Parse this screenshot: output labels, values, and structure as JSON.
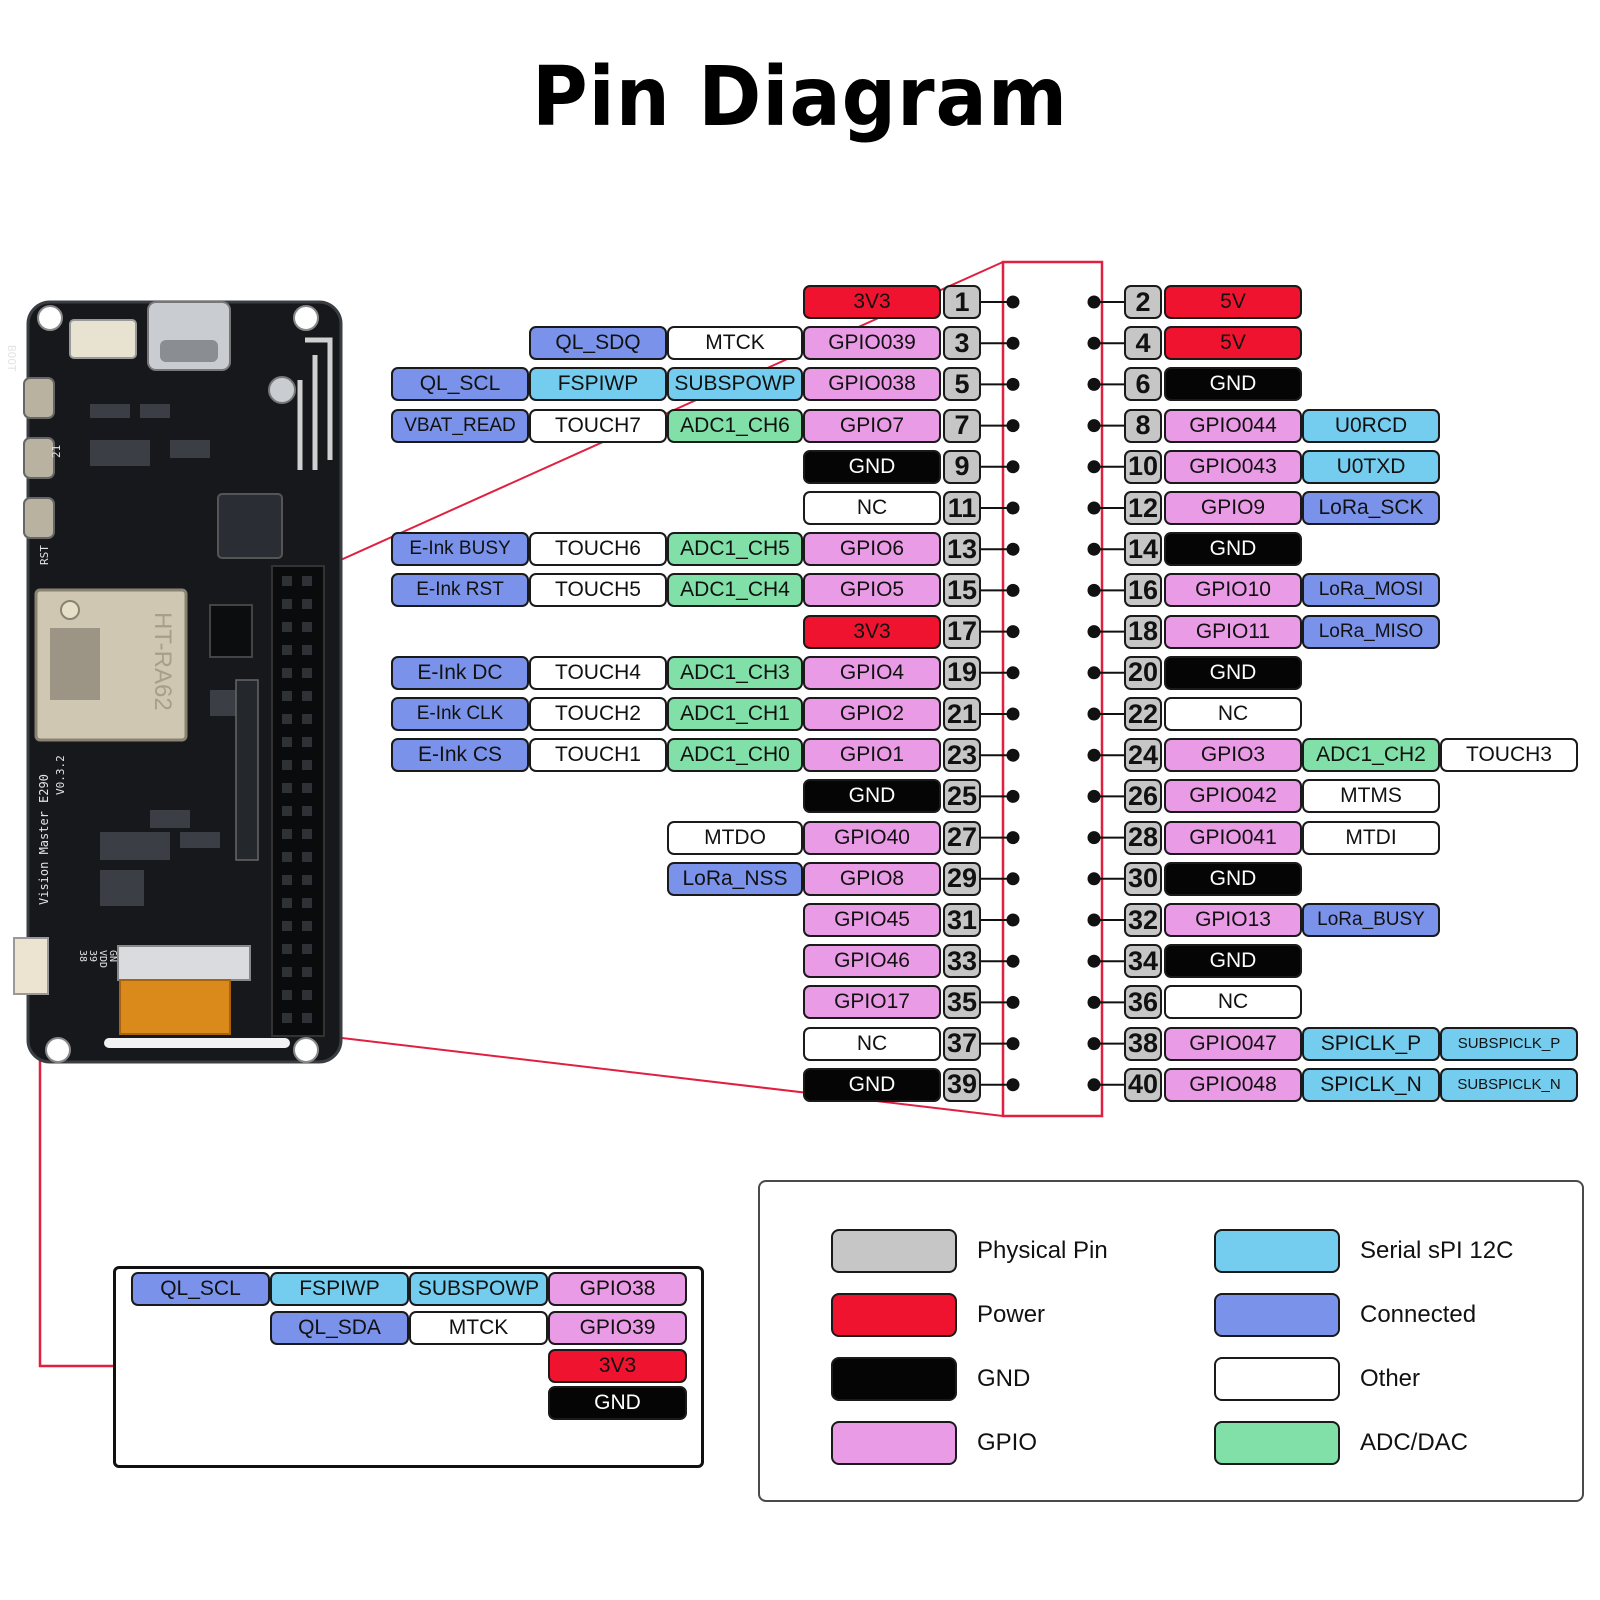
{
  "title": "Pin Diagram",
  "colors": {
    "physical": "#c6c6c6",
    "power": "#f0132f",
    "gnd": "#050505",
    "gpio": "#ea9be6",
    "serial": "#74cdef",
    "connected": "#7a92ea",
    "other": "#ffffff",
    "adc": "#80e0a8",
    "outline": "#e02040"
  },
  "board": {
    "module_label": "HT-RA62",
    "version": "V0.3.2",
    "model": "E290",
    "name": "Vision Master",
    "boot": "BOOT",
    "rst": "RST",
    "gpio21": "21",
    "pins_38": "38",
    "pins_39": "39",
    "pins_vdd": "VDD",
    "pins_gnd": "GN"
  },
  "left_pins": [
    {
      "pin": 1,
      "labels": [
        {
          "t": "3V3",
          "c": "power"
        }
      ]
    },
    {
      "pin": 3,
      "labels": [
        {
          "t": "GPIO039",
          "c": "gpio"
        },
        {
          "t": "MTCK",
          "c": "other"
        },
        {
          "t": "QL_SDQ",
          "c": "connected"
        }
      ]
    },
    {
      "pin": 5,
      "labels": [
        {
          "t": "GPIO038",
          "c": "gpio"
        },
        {
          "t": "SUBSPOWP",
          "c": "serial"
        },
        {
          "t": "FSPIWP",
          "c": "serial"
        },
        {
          "t": "QL_SCL",
          "c": "connected"
        }
      ]
    },
    {
      "pin": 7,
      "labels": [
        {
          "t": "GPIO7",
          "c": "gpio"
        },
        {
          "t": "ADC1_CH6",
          "c": "adc"
        },
        {
          "t": "TOUCH7",
          "c": "other"
        },
        {
          "t": "VBAT_READ",
          "c": "connected"
        }
      ]
    },
    {
      "pin": 9,
      "labels": [
        {
          "t": "GND",
          "c": "gnd"
        }
      ]
    },
    {
      "pin": 11,
      "labels": [
        {
          "t": "NC",
          "c": "other"
        }
      ]
    },
    {
      "pin": 13,
      "labels": [
        {
          "t": "GPIO6",
          "c": "gpio"
        },
        {
          "t": "ADC1_CH5",
          "c": "adc"
        },
        {
          "t": "TOUCH6",
          "c": "other"
        },
        {
          "t": "E-Ink BUSY",
          "c": "connected"
        }
      ]
    },
    {
      "pin": 15,
      "labels": [
        {
          "t": "GPIO5",
          "c": "gpio"
        },
        {
          "t": "ADC1_CH4",
          "c": "adc"
        },
        {
          "t": "TOUCH5",
          "c": "other"
        },
        {
          "t": "E-Ink RST",
          "c": "connected"
        }
      ]
    },
    {
      "pin": 17,
      "labels": [
        {
          "t": "3V3",
          "c": "power"
        }
      ]
    },
    {
      "pin": 19,
      "labels": [
        {
          "t": "GPIO4",
          "c": "gpio"
        },
        {
          "t": "ADC1_CH3",
          "c": "adc"
        },
        {
          "t": "TOUCH4",
          "c": "other"
        },
        {
          "t": "E-Ink DC",
          "c": "connected"
        }
      ]
    },
    {
      "pin": 21,
      "labels": [
        {
          "t": "GPIO2",
          "c": "gpio"
        },
        {
          "t": "ADC1_CH1",
          "c": "adc"
        },
        {
          "t": "TOUCH2",
          "c": "other"
        },
        {
          "t": "E-Ink CLK",
          "c": "connected"
        }
      ]
    },
    {
      "pin": 23,
      "labels": [
        {
          "t": "GPIO1",
          "c": "gpio"
        },
        {
          "t": "ADC1_CH0",
          "c": "adc"
        },
        {
          "t": "TOUCH1",
          "c": "other"
        },
        {
          "t": "E-Ink CS",
          "c": "connected"
        }
      ]
    },
    {
      "pin": 25,
      "labels": [
        {
          "t": "GND",
          "c": "gnd"
        }
      ]
    },
    {
      "pin": 27,
      "labels": [
        {
          "t": "GPIO40",
          "c": "gpio"
        },
        {
          "t": "MTDO",
          "c": "other"
        }
      ]
    },
    {
      "pin": 29,
      "labels": [
        {
          "t": "GPIO8",
          "c": "gpio"
        },
        {
          "t": "LoRa_NSS",
          "c": "connected"
        }
      ]
    },
    {
      "pin": 31,
      "labels": [
        {
          "t": "GPIO45",
          "c": "gpio"
        }
      ]
    },
    {
      "pin": 33,
      "labels": [
        {
          "t": "GPIO46",
          "c": "gpio"
        }
      ]
    },
    {
      "pin": 35,
      "labels": [
        {
          "t": "GPIO17",
          "c": "gpio"
        }
      ]
    },
    {
      "pin": 37,
      "labels": [
        {
          "t": "NC",
          "c": "other"
        }
      ]
    },
    {
      "pin": 39,
      "labels": [
        {
          "t": "GND",
          "c": "gnd"
        }
      ]
    }
  ],
  "right_pins": [
    {
      "pin": 2,
      "labels": [
        {
          "t": "5V",
          "c": "power"
        }
      ]
    },
    {
      "pin": 4,
      "labels": [
        {
          "t": "5V",
          "c": "power"
        }
      ]
    },
    {
      "pin": 6,
      "labels": [
        {
          "t": "GND",
          "c": "gnd"
        }
      ]
    },
    {
      "pin": 8,
      "labels": [
        {
          "t": "GPIO044",
          "c": "gpio"
        },
        {
          "t": "U0RCD",
          "c": "serial"
        }
      ]
    },
    {
      "pin": 10,
      "labels": [
        {
          "t": "GPIO043",
          "c": "gpio"
        },
        {
          "t": "U0TXD",
          "c": "serial"
        }
      ]
    },
    {
      "pin": 12,
      "labels": [
        {
          "t": "GPIO9",
          "c": "gpio"
        },
        {
          "t": "LoRa_SCK",
          "c": "connected"
        }
      ]
    },
    {
      "pin": 14,
      "labels": [
        {
          "t": "GND",
          "c": "gnd"
        }
      ]
    },
    {
      "pin": 16,
      "labels": [
        {
          "t": "GPIO10",
          "c": "gpio"
        },
        {
          "t": "LoRa_MOSI",
          "c": "connected"
        }
      ]
    },
    {
      "pin": 18,
      "labels": [
        {
          "t": "GPIO11",
          "c": "gpio"
        },
        {
          "t": "LoRa_MISO",
          "c": "connected"
        }
      ]
    },
    {
      "pin": 20,
      "labels": [
        {
          "t": "GND",
          "c": "gnd"
        }
      ]
    },
    {
      "pin": 22,
      "labels": [
        {
          "t": "NC",
          "c": "other"
        }
      ]
    },
    {
      "pin": 24,
      "labels": [
        {
          "t": "GPIO3",
          "c": "gpio"
        },
        {
          "t": "ADC1_CH2",
          "c": "adc"
        },
        {
          "t": "TOUCH3",
          "c": "other"
        }
      ]
    },
    {
      "pin": 26,
      "labels": [
        {
          "t": "GPIO042",
          "c": "gpio"
        },
        {
          "t": "MTMS",
          "c": "other"
        }
      ]
    },
    {
      "pin": 28,
      "labels": [
        {
          "t": "GPIO041",
          "c": "gpio"
        },
        {
          "t": "MTDI",
          "c": "other"
        }
      ]
    },
    {
      "pin": 30,
      "labels": [
        {
          "t": "GND",
          "c": "gnd"
        }
      ]
    },
    {
      "pin": 32,
      "labels": [
        {
          "t": "GPIO13",
          "c": "gpio"
        },
        {
          "t": "LoRa_BUSY",
          "c": "connected"
        }
      ]
    },
    {
      "pin": 34,
      "labels": [
        {
          "t": "GND",
          "c": "gnd"
        }
      ]
    },
    {
      "pin": 36,
      "labels": [
        {
          "t": "NC",
          "c": "other"
        }
      ]
    },
    {
      "pin": 38,
      "labels": [
        {
          "t": "GPIO047",
          "c": "gpio"
        },
        {
          "t": "SPICLK_P",
          "c": "serial"
        },
        {
          "t": "SUBSPICLK_P",
          "c": "serial"
        }
      ]
    },
    {
      "pin": 40,
      "labels": [
        {
          "t": "GPIO048",
          "c": "gpio"
        },
        {
          "t": "SPICLK_N",
          "c": "serial"
        },
        {
          "t": "SUBSPICLK_N",
          "c": "serial"
        }
      ]
    }
  ],
  "inset_rows": [
    {
      "labels": [
        {
          "t": "GPIO38",
          "c": "gpio"
        },
        {
          "t": "SUBSPOWP",
          "c": "serial"
        },
        {
          "t": "FSPIWP",
          "c": "serial"
        },
        {
          "t": "QL_SCL",
          "c": "connected"
        }
      ]
    },
    {
      "labels": [
        {
          "t": "GPIO39",
          "c": "gpio"
        },
        {
          "t": "MTCK",
          "c": "other"
        },
        {
          "t": "QL_SDA",
          "c": "connected"
        }
      ]
    },
    {
      "labels": [
        {
          "t": "3V3",
          "c": "power"
        }
      ]
    },
    {
      "labels": [
        {
          "t": "GND",
          "c": "gnd"
        }
      ]
    }
  ],
  "legend": [
    {
      "c": "physical",
      "label": "Physical Pin"
    },
    {
      "c": "power",
      "label": "Power"
    },
    {
      "c": "gnd",
      "label": "GND"
    },
    {
      "c": "gpio",
      "label": "GPIO"
    },
    {
      "c": "serial",
      "label": "Serial sPI 12C"
    },
    {
      "c": "connected",
      "label": "Connected"
    },
    {
      "c": "other",
      "label": "Other"
    },
    {
      "c": "adc",
      "label": "ADC/DAC"
    }
  ]
}
